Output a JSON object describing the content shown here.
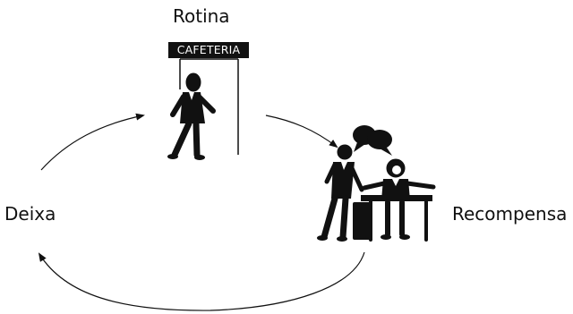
{
  "diagram": {
    "stages": {
      "routine": "Rotina",
      "cue": "Deixa",
      "reward": "Recompensa"
    },
    "sign_text": "CAFETERIA",
    "colors": {
      "ink": "#111111",
      "background": "#ffffff"
    },
    "icons": {
      "walking_person": "person-walking-icon",
      "office_scene": "coworkers-chatting-icon",
      "speech_bubbles": "speech-bubbles-icon"
    }
  }
}
